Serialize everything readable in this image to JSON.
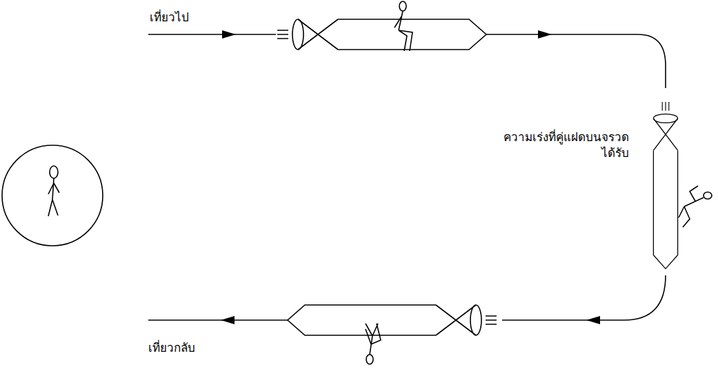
{
  "diagram": {
    "labels": [
      "เที่ยวไป",
      "ความเร่งที่คู่แฝดบนจรวด ได้รับ",
      "เที่ยวกลับ"
    ]
  }
}
